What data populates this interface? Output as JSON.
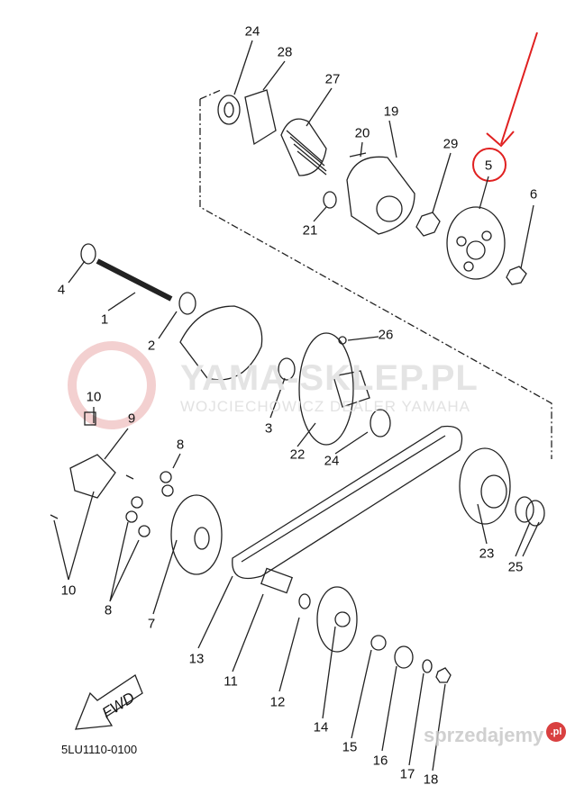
{
  "diagram": {
    "part_code": "5LU1110-0100",
    "fwd_label": "FWD",
    "labels": [
      "24",
      "28",
      "27",
      "19",
      "20",
      "29",
      "5",
      "6",
      "21",
      "4",
      "1",
      "2",
      "26",
      "10",
      "9",
      "3",
      "8",
      "22",
      "24",
      "10",
      "8",
      "7",
      "23",
      "25",
      "13",
      "11",
      "12",
      "14",
      "15",
      "16",
      "17",
      "18"
    ],
    "highlight_color": "#e02020"
  },
  "watermark": {
    "brand": "YAMA-SKLEP.PL",
    "subtitle": "WOJCIECHOWICZ DEALER YAMAHA",
    "site": "sprzedajemy",
    "site_badge": ".pl"
  }
}
